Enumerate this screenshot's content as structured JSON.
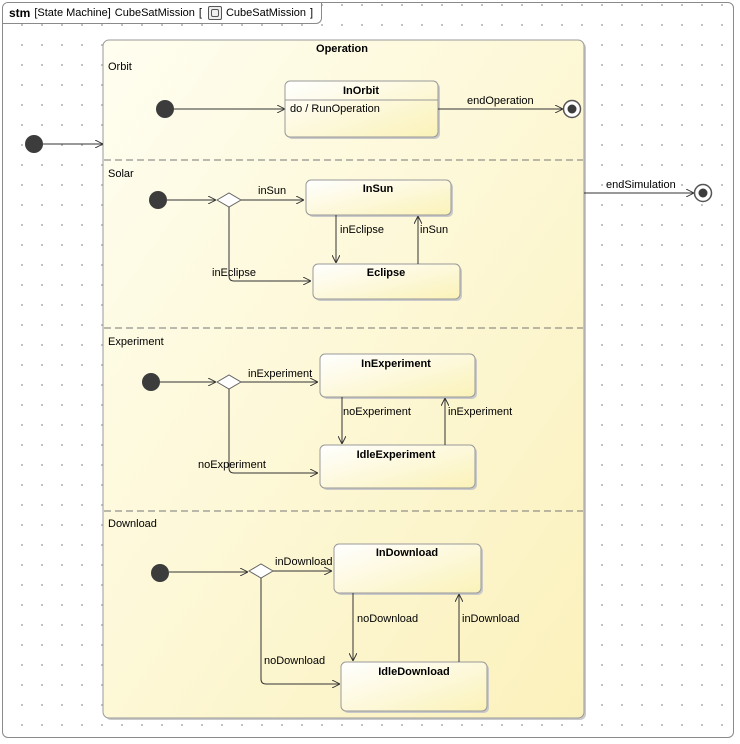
{
  "header": {
    "keyword": "stm",
    "kind": "[State Machine]",
    "name": "CubeSatMission",
    "bracket_open": "[",
    "ref_name": "CubeSatMission",
    "bracket_close": "]"
  },
  "composite": {
    "name": "Operation"
  },
  "regions": {
    "orbit": "Orbit",
    "solar": "Solar",
    "experiment": "Experiment",
    "download": "Download"
  },
  "states": {
    "inorbit": {
      "name": "InOrbit",
      "activity": "do / RunOperation"
    },
    "insun": {
      "name": "InSun"
    },
    "eclipse": {
      "name": "Eclipse"
    },
    "inexperiment": {
      "name": "InExperiment"
    },
    "idleexperiment": {
      "name": "IdleExperiment"
    },
    "indownload": {
      "name": "InDownload"
    },
    "idledownload": {
      "name": "IdleDownload"
    }
  },
  "transitions": {
    "end_operation": "endOperation",
    "end_simulation": "endSimulation",
    "choice_insun": "inSun",
    "choice_ineclipse": "inEclipse",
    "insun_to_eclipse": "inEclipse",
    "eclipse_to_insun": "inSun",
    "choice_inexperiment": "inExperiment",
    "choice_noexperiment": "noExperiment",
    "inexp_to_idle": "noExperiment",
    "idle_to_inexp": "inExperiment",
    "choice_indownload": "inDownload",
    "choice_nodownload": "noDownload",
    "indl_to_idle": "noDownload",
    "idle_to_indl": "inDownload"
  }
}
